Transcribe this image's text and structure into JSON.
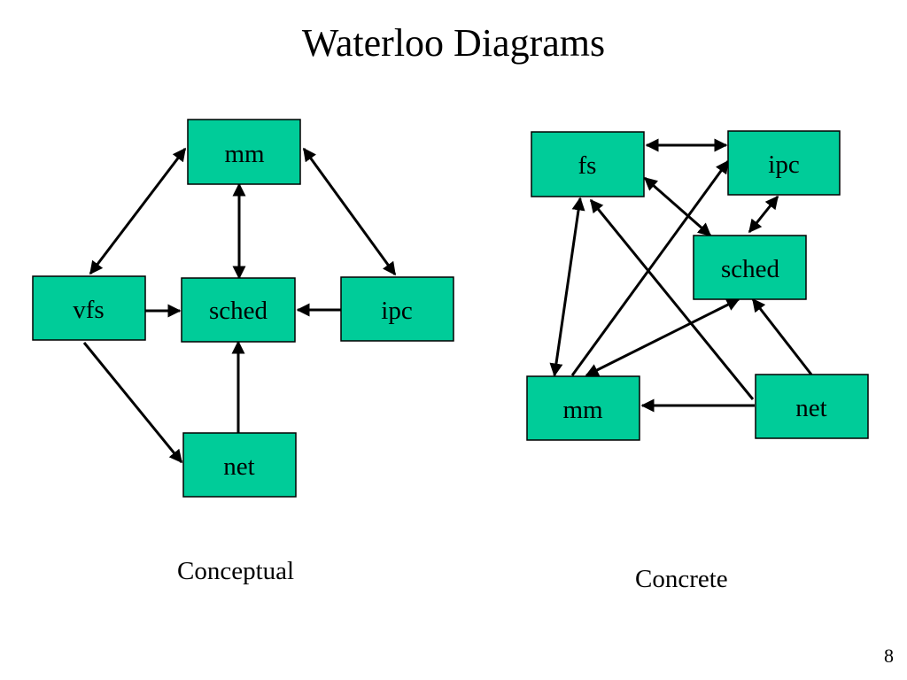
{
  "title": "Waterloo Diagrams",
  "colors": {
    "node_fill": "#00CC99",
    "node_stroke": "#000000",
    "edge": "#000000",
    "background": "#FFFFFF"
  },
  "diagrams": [
    {
      "id": "conceptual",
      "caption": "Conceptual",
      "nodes": [
        {
          "id": "c-mm",
          "label": "mm"
        },
        {
          "id": "c-vfs",
          "label": "vfs"
        },
        {
          "id": "c-sched",
          "label": "sched"
        },
        {
          "id": "c-ipc",
          "label": "ipc"
        },
        {
          "id": "c-net",
          "label": "net"
        }
      ],
      "edges": [
        {
          "from": "mm",
          "to": "vfs",
          "direction": "both"
        },
        {
          "from": "mm",
          "to": "sched",
          "direction": "both"
        },
        {
          "from": "mm",
          "to": "ipc",
          "direction": "both"
        },
        {
          "from": "vfs",
          "to": "sched",
          "direction": "forward"
        },
        {
          "from": "ipc",
          "to": "sched",
          "direction": "forward"
        },
        {
          "from": "vfs",
          "to": "net",
          "direction": "forward"
        },
        {
          "from": "net",
          "to": "sched",
          "direction": "forward"
        }
      ]
    },
    {
      "id": "concrete",
      "caption": "Concrete",
      "nodes": [
        {
          "id": "k-fs",
          "label": "fs"
        },
        {
          "id": "k-ipc",
          "label": "ipc"
        },
        {
          "id": "k-sched",
          "label": "sched"
        },
        {
          "id": "k-mm",
          "label": "mm"
        },
        {
          "id": "k-net",
          "label": "net"
        }
      ],
      "edges": [
        {
          "from": "fs",
          "to": "ipc",
          "direction": "both"
        },
        {
          "from": "ipc",
          "to": "sched",
          "direction": "both"
        },
        {
          "from": "fs",
          "to": "sched",
          "direction": "both"
        },
        {
          "from": "fs",
          "to": "mm",
          "direction": "both"
        },
        {
          "from": "mm",
          "to": "ipc",
          "direction": "forward"
        },
        {
          "from": "sched",
          "to": "mm",
          "direction": "both"
        },
        {
          "from": "net",
          "to": "fs",
          "direction": "forward"
        },
        {
          "from": "net",
          "to": "sched",
          "direction": "forward"
        },
        {
          "from": "net",
          "to": "mm",
          "direction": "forward"
        }
      ]
    }
  ],
  "page_number": "8"
}
